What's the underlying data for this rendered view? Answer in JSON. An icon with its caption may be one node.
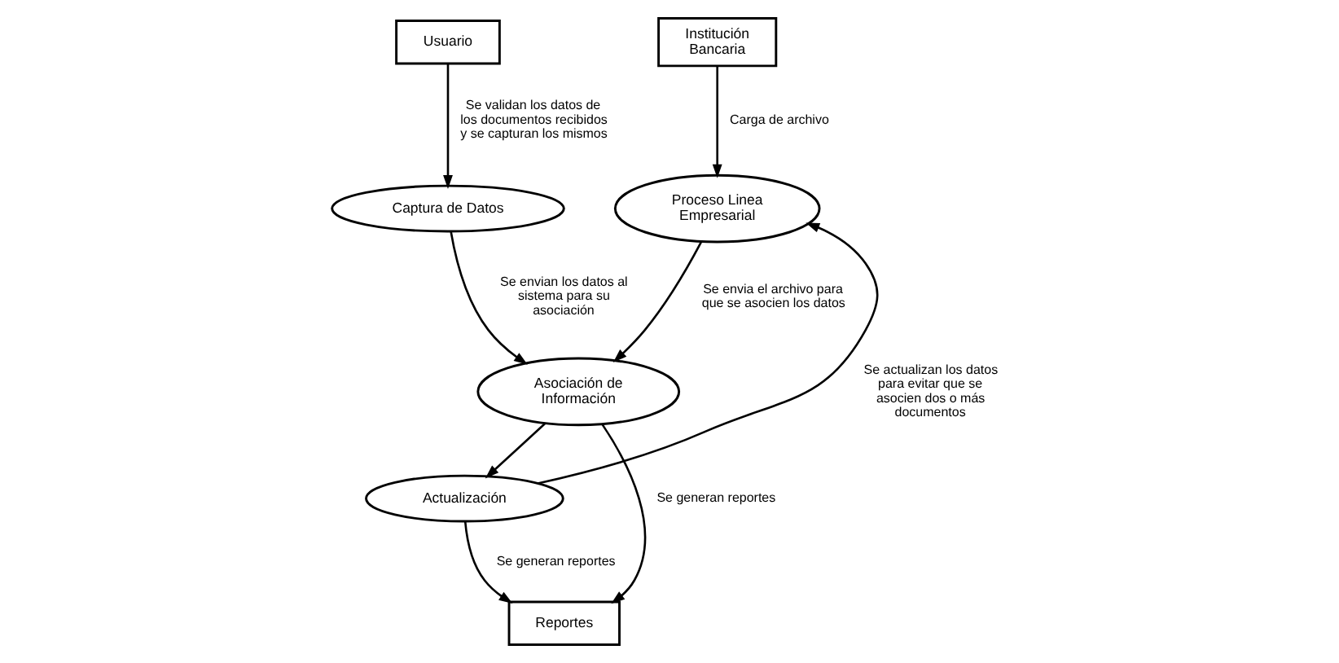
{
  "diagram": {
    "nodes": [
      {
        "text": [
          "Usuario"
        ]
      },
      {
        "text": [
          "Institución Bancaria"
        ]
      },
      {
        "text": [
          "Captura de Datos"
        ]
      },
      {
        "text": [
          "Proceso Linea Empresarial"
        ]
      },
      {
        "text": [
          "Asociación de Información"
        ]
      },
      {
        "text": [
          "Actualización"
        ]
      },
      {
        "text": [
          "Reportes"
        ]
      }
    ],
    "edges": [
      {
        "from": 0,
        "to": 2,
        "arrow": "to",
        "label": "Se validan los datos de los documentos recibidos y se capturan los mismos"
      },
      {
        "from": 1,
        "to": 3,
        "arrow": "to",
        "label": "Carga de archivo"
      },
      {
        "from": 2,
        "to": 4,
        "arrow": "to",
        "label": "Se envian los datos al sistema para su asociación"
      },
      {
        "from": 5,
        "to": 3,
        "arrow": "to",
        "label": "Se actualizan los datos para evitar que se asocien dos o más documentos"
      },
      {
        "from": 3,
        "to": 4,
        "arrow": "to",
        "label": "Se envia el archivo para que se asocien los datos"
      },
      {
        "from": 4,
        "to": 5,
        "arrow": "to"
      },
      {
        "from": 4,
        "to": 6,
        "arrow": "to",
        "label": "Se generan reportes"
      },
      {
        "from": 5,
        "to": 6,
        "arrow": "to",
        "label": "Se generan reportes"
      }
    ]
  }
}
